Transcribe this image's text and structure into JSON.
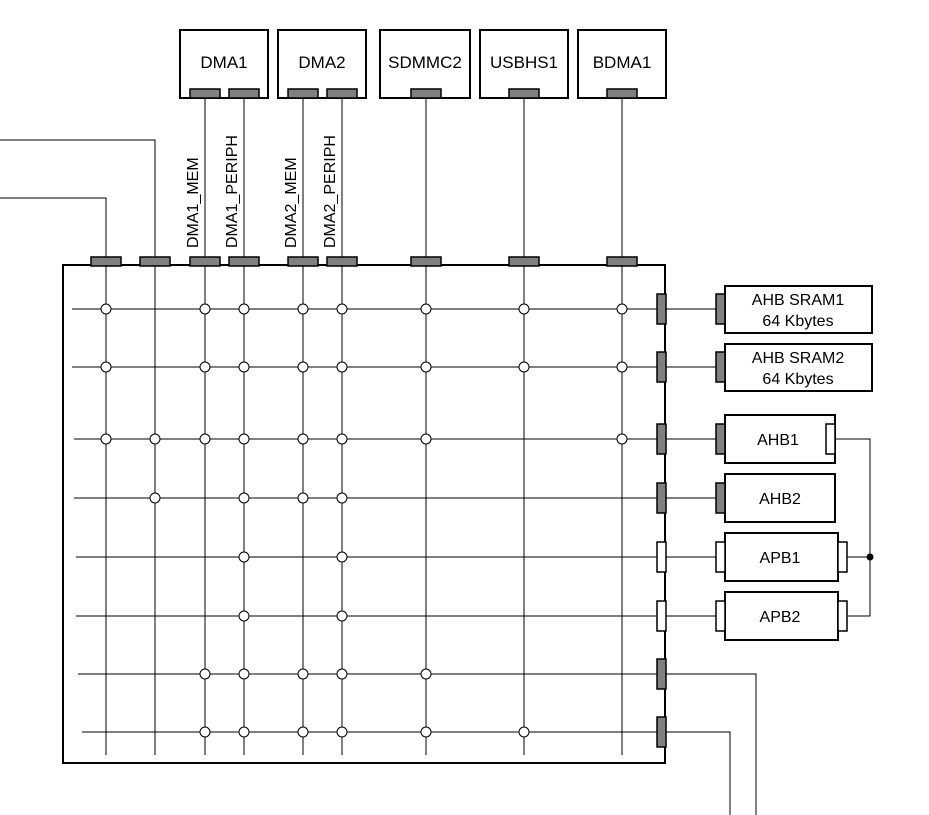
{
  "masters": [
    {
      "id": "dma1",
      "label": "DMA1"
    },
    {
      "id": "dma2",
      "label": "DMA2"
    },
    {
      "id": "sdmmc2",
      "label": "SDMMC2"
    },
    {
      "id": "usbhs1",
      "label": "USBHS1"
    },
    {
      "id": "bdma1",
      "label": "BDMA1"
    }
  ],
  "master_ports": [
    {
      "id": "dma1_mem",
      "label": "DMA1_MEM"
    },
    {
      "id": "dma1_periph",
      "label": "DMA1_PERIPH"
    },
    {
      "id": "dma2_mem",
      "label": "DMA2_MEM"
    },
    {
      "id": "dma2_periph",
      "label": "DMA2_PERIPH"
    }
  ],
  "slaves": [
    {
      "id": "ahb_sram1",
      "line1": "AHB SRAM1",
      "line2": "64 Kbytes"
    },
    {
      "id": "ahb_sram2",
      "line1": "AHB SRAM2",
      "line2": "64 Kbytes"
    },
    {
      "id": "ahb1",
      "line1": "AHB1",
      "line2": ""
    },
    {
      "id": "ahb2",
      "line1": "AHB2",
      "line2": ""
    },
    {
      "id": "apb1",
      "line1": "APB1",
      "line2": ""
    },
    {
      "id": "apb2",
      "line1": "APB2",
      "line2": ""
    }
  ],
  "colors": {
    "port_fill": "#808080",
    "line": "#000000",
    "background": "#ffffff"
  }
}
